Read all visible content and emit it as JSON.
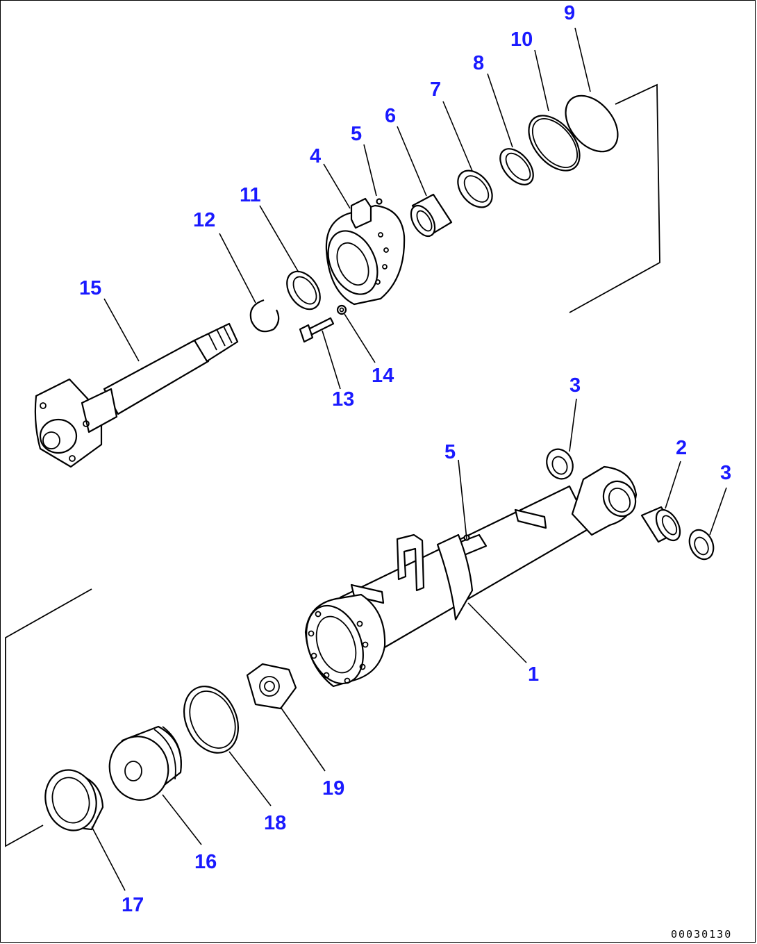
{
  "callouts": {
    "c1": "1",
    "c2": "2",
    "c3a": "3",
    "c3b": "3",
    "c4": "4",
    "c5a": "5",
    "c5b": "5",
    "c6": "6",
    "c7": "7",
    "c8": "8",
    "c9": "9",
    "c10": "10",
    "c11": "11",
    "c12": "12",
    "c13": "13",
    "c14": "14",
    "c15": "15",
    "c16": "16",
    "c17": "17",
    "c18": "18",
    "c19": "19"
  },
  "document_id": "00030130",
  "colors": {
    "callout": "#1a1aff",
    "line": "#000000",
    "background": "#ffffff"
  }
}
